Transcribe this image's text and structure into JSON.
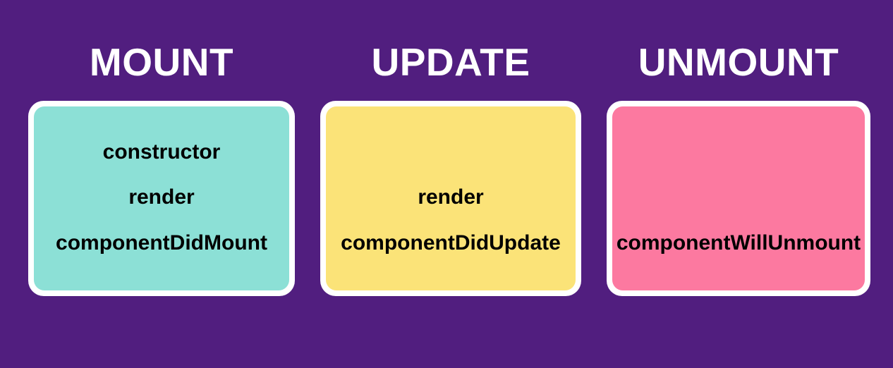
{
  "theme": {
    "background": "#511E7F",
    "title_color": "#FFFFFF",
    "card_border": "#FFFFFF",
    "text_color": "#000000",
    "mount_fill": "#8CE0D6",
    "update_fill": "#FBE378",
    "unmount_fill": "#FC79A0"
  },
  "columns": [
    {
      "title": "MOUNT",
      "fill_name": "teal",
      "methods": [
        "constructor",
        "render",
        "componentDidMount"
      ]
    },
    {
      "title": "UPDATE",
      "fill_name": "yellow",
      "methods": [
        "render",
        "componentDidUpdate"
      ]
    },
    {
      "title": "UNMOUNT",
      "fill_name": "pink",
      "methods": [
        "componentWillUnmount"
      ]
    }
  ]
}
